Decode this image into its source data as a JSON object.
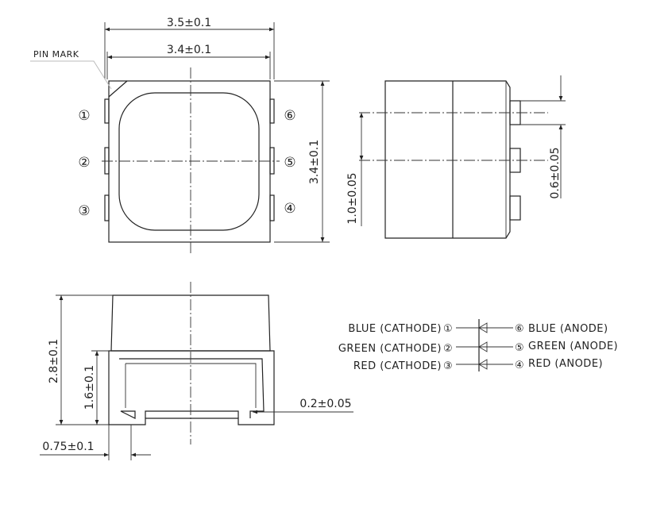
{
  "top_view": {
    "pin_mark_label": "PIN MARK",
    "dim_width_outer": "3.5±0.1",
    "dim_width_inner": "3.4±0.1",
    "dim_height": "3.4±0.1",
    "pins": [
      "①",
      "②",
      "③",
      "④",
      "⑤",
      "⑥"
    ]
  },
  "side_view": {
    "dim_pitch": "1.0±0.05",
    "dim_lead_width": "0.6±0.05"
  },
  "bottom_view": {
    "dim_total_height": "2.8±0.1",
    "dim_lead_height": "1.6±0.1",
    "dim_lead_thickness": "0.2±0.05",
    "dim_lead_offset": "0.75±0.1"
  },
  "circuit": {
    "rows": [
      {
        "cathode": "BLUE (CATHODE)",
        "cathode_pin": "①",
        "anode_pin": "⑥",
        "anode": "BLUE (ANODE)"
      },
      {
        "cathode": "GREEN (CATHODE)",
        "cathode_pin": "②",
        "anode_pin": "⑤",
        "anode": "GREEN (ANODE)"
      },
      {
        "cathode": "RED (CATHODE)",
        "cathode_pin": "③",
        "anode_pin": "④",
        "anode": "RED (ANODE)"
      }
    ]
  }
}
